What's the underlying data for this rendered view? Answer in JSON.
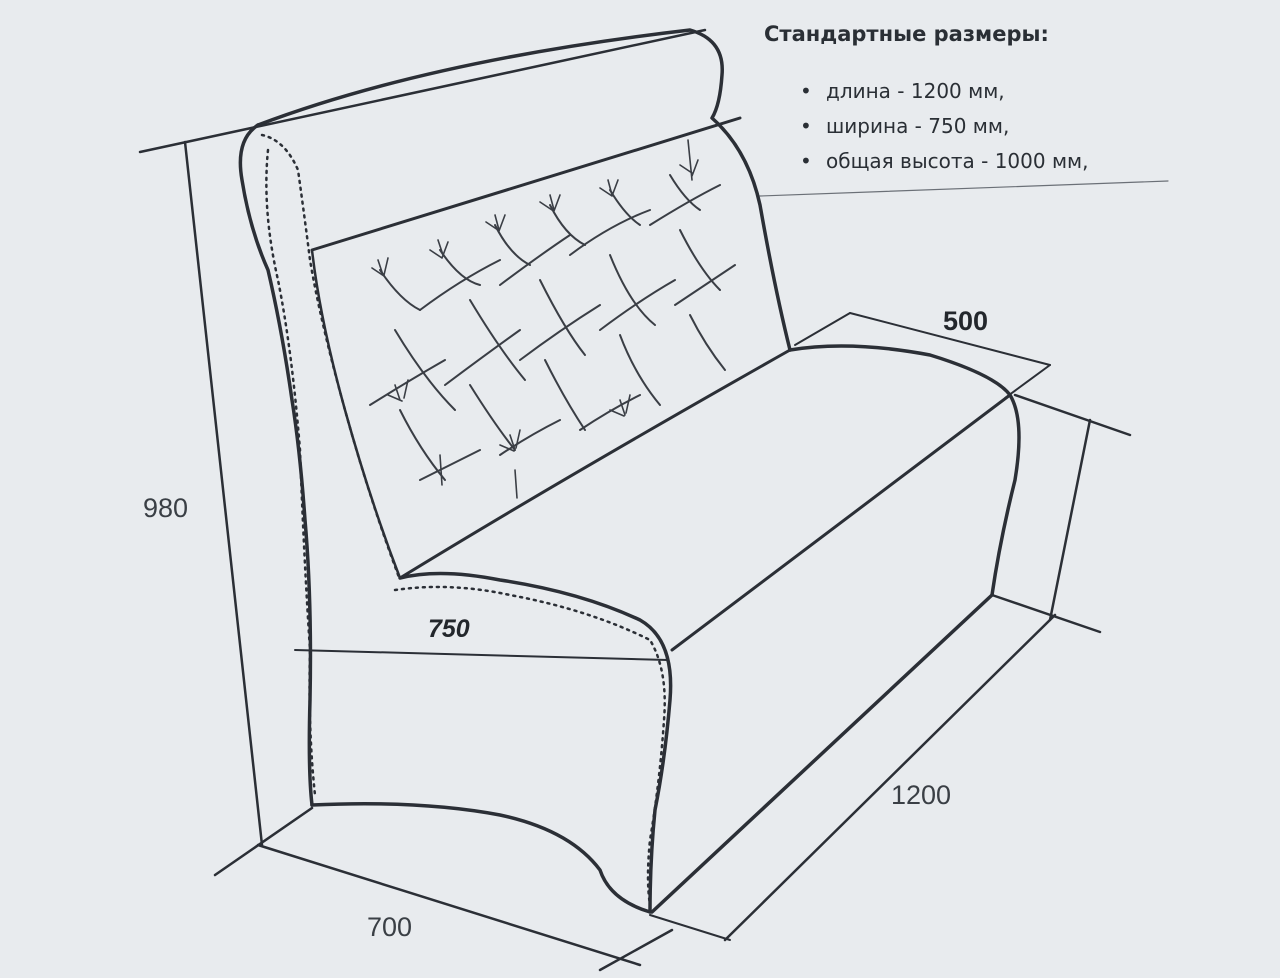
{
  "specs": {
    "title": "Стандартные размеры:",
    "items": [
      "длина - 1200 мм,",
      "ширина - 750 мм,",
      "общая высота - 1000 мм,"
    ]
  },
  "dimensions": {
    "height": "980",
    "seat_depth": "500",
    "width": "750",
    "base_depth": "700",
    "length": "1200"
  },
  "colors": {
    "background": "#e8ebee",
    "line": "#2b2f36"
  }
}
